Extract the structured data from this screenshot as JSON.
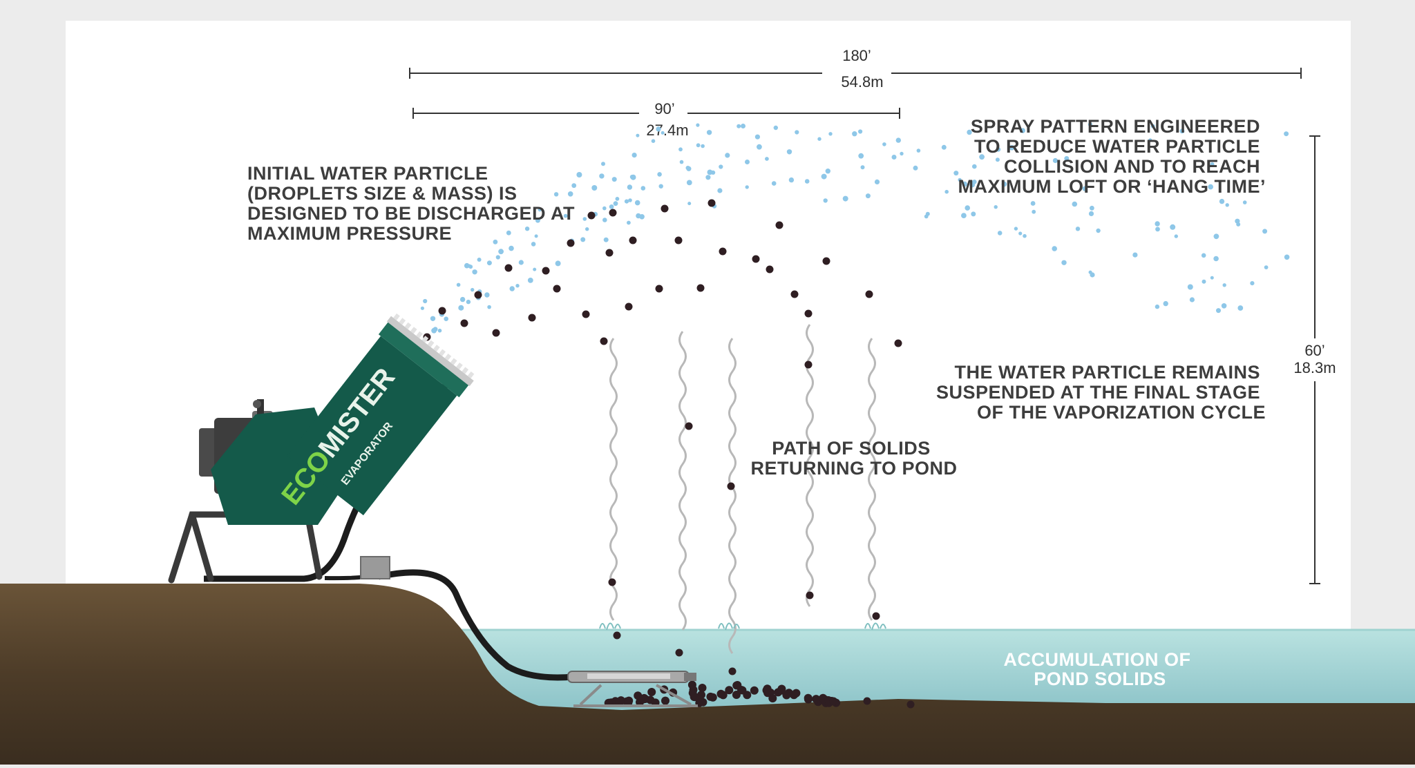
{
  "dimensions": {
    "span_180": {
      "feet": "180’",
      "meters": "54.8m"
    },
    "span_90": {
      "feet": "90’",
      "meters": "27.4m"
    },
    "height_60": {
      "feet": "60’",
      "meters": "18.3m"
    }
  },
  "labels": {
    "initial_particle": [
      "INITIAL WATER PARTICLE",
      "(DROPLETS SIZE & MASS) IS",
      "DESIGNED TO BE DISCHARGED AT",
      "MAXIMUM PRESSURE"
    ],
    "spray_pattern": [
      "SPRAY PATTERN ENGINEERED",
      "TO REDUCE WATER PARTICLE",
      "COLLISION AND TO REACH",
      "MAXIMUM LOFT OR ‘HANG TIME’"
    ],
    "suspended": [
      "THE WATER PARTICLE REMAINS",
      "SUSPENDED AT THE FINAL STAGE",
      "OF THE VAPORIZATION CYCLE"
    ],
    "solids_path": [
      "PATH OF SOLIDS",
      "RETURNING TO POND"
    ],
    "accumulation": [
      "ACCUMULATION OF",
      "POND SOLIDS"
    ]
  },
  "machine": {
    "brand": "ECOMISTER",
    "brand_eco": "ECO",
    "brand_mister": "MISTER",
    "subtitle": "EVAPORATOR"
  },
  "colors": {
    "water_droplet": "#8ec7e8",
    "solid_particle": "#2f1e22",
    "machine_body": "#145a4a",
    "ground": "#5a4630",
    "pond": "#a9d6d6",
    "brand_green": "#7ed348"
  }
}
